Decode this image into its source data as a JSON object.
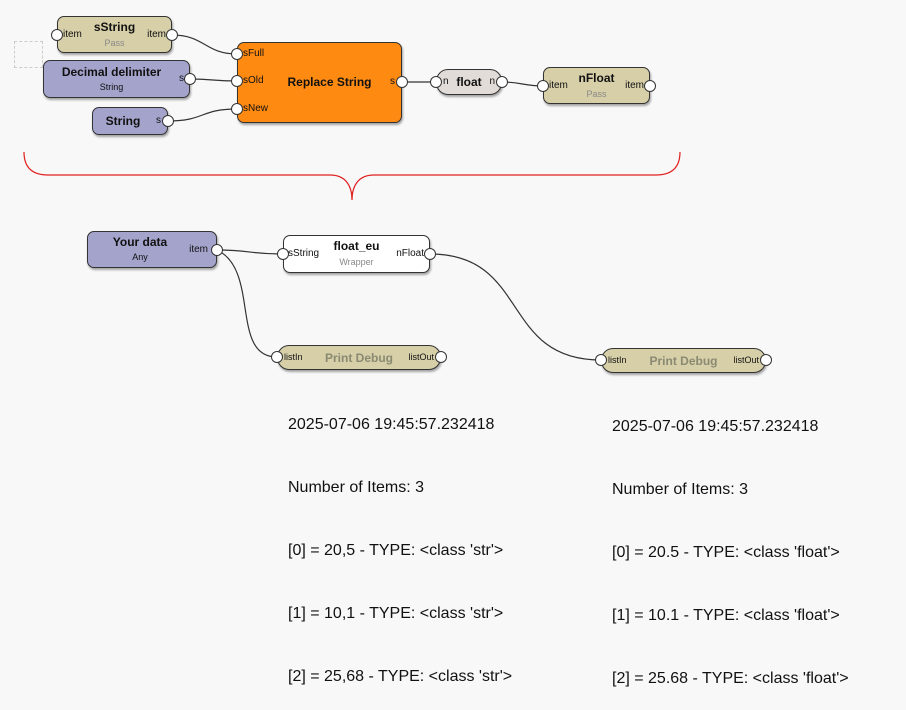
{
  "nodes": {
    "sstring": {
      "title": "sString",
      "subtitle": "Pass",
      "in_port": "item",
      "out_port": "item"
    },
    "delimiter": {
      "title": "Decimal delimiter",
      "subtitle": "String",
      "out_port": "s"
    },
    "string": {
      "title": "String",
      "out_port": "s"
    },
    "replace": {
      "title": "Replace String",
      "in_ports": [
        "sFull",
        "sOld",
        "sNew"
      ],
      "out_port": "s"
    },
    "float": {
      "title": "float",
      "in_port": "n",
      "out_port": "n"
    },
    "nfloat": {
      "title": "nFloat",
      "subtitle": "Pass",
      "in_port": "item",
      "out_port": "item"
    },
    "yourdata": {
      "title": "Your data",
      "subtitle": "Any",
      "out_port": "item"
    },
    "float_eu": {
      "title": "float_eu",
      "subtitle": "Wrapper",
      "in_port": "sString",
      "out_port": "nFloat"
    },
    "debug_left": {
      "title": "Print Debug",
      "in_port": "listIn",
      "out_port": "listOut"
    },
    "debug_right": {
      "title": "Print Debug",
      "in_port": "listIn",
      "out_port": "listOut"
    }
  },
  "debug_outputs": {
    "left": [
      "2025-07-06 19:45:57.232418",
      "Number of Items: 3",
      "[0] = 20,5 - TYPE: <class 'str'>",
      "[1] = 10,1 - TYPE: <class 'str'>",
      "[2] = 25,68 - TYPE: <class 'str'>"
    ],
    "right": [
      "2025-07-06 19:45:57.232418",
      "Number of Items: 3",
      "[0] = 20.5 - TYPE: <class 'float'>",
      "[1] = 10.1 - TYPE: <class 'float'>",
      "[2] = 25.68 - TYPE: <class 'float'>"
    ]
  },
  "colors": {
    "brace": "#e02020",
    "wire": "#333333",
    "pass_node": "#d6cfa8",
    "input_node": "#a3a3cc",
    "active_node": "#ff8a12"
  }
}
